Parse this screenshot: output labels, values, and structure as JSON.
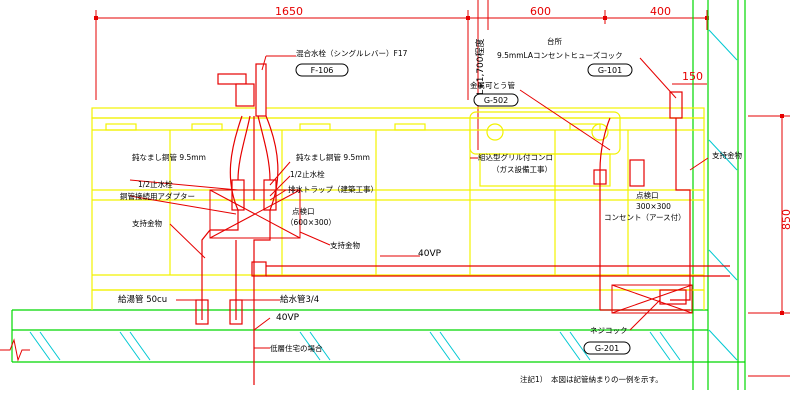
{
  "dimensions": {
    "width_a": "1650",
    "width_b": "600",
    "width_c": "400",
    "height_a": "850",
    "offset_a": "150",
    "fl_height": "FL+1,700程度"
  },
  "labels": {
    "faucet": "混合水栓（シングルレバー）F17",
    "faucet_code": "F-106",
    "gas_location": "台所",
    "gas_cock": "9.5mmLAコンセントヒューズコック",
    "gas_cock_code": "G-101",
    "flexible_tube": "金属可とう管",
    "flexible_tube_code": "G-502",
    "stove": "組込型グリル付コンロ",
    "stove_note": "（ガス設備工事）",
    "pipe_left": "鈍なまし銅管 9.5mm",
    "pipe_right": "鈍なまし銅管 9.5mm",
    "valve_left": "1/2止水栓",
    "adapter": "銅管接続用アダプター",
    "valve_right": "1/2止水栓",
    "trap": "排水トラップ（建築工事）",
    "access_left": "点検口",
    "access_left_size": "（600×300）",
    "support_left": "支持金物",
    "support_mid": "支持金物",
    "support_right": "支持金物",
    "access_right": "点検口",
    "access_right_size": "300×300",
    "outlet": "コンセント（アース付）",
    "drain_pipe": "40VP",
    "hot_water": "給湯管 50cu",
    "water_supply": "給水管3/4",
    "drain_low": "40VP",
    "gas_valve": "ネジコック",
    "gas_valve_code": "G-201",
    "low_rise": "低層住宅の場合",
    "note": "注記1）　本図は記管納まりの一例を示す。"
  },
  "colors": {
    "yellow": "#f2f200",
    "red": "#e60000",
    "green": "#00d800",
    "cyan": "#00c8d2",
    "white": "#ffffff",
    "black": "#000000"
  }
}
